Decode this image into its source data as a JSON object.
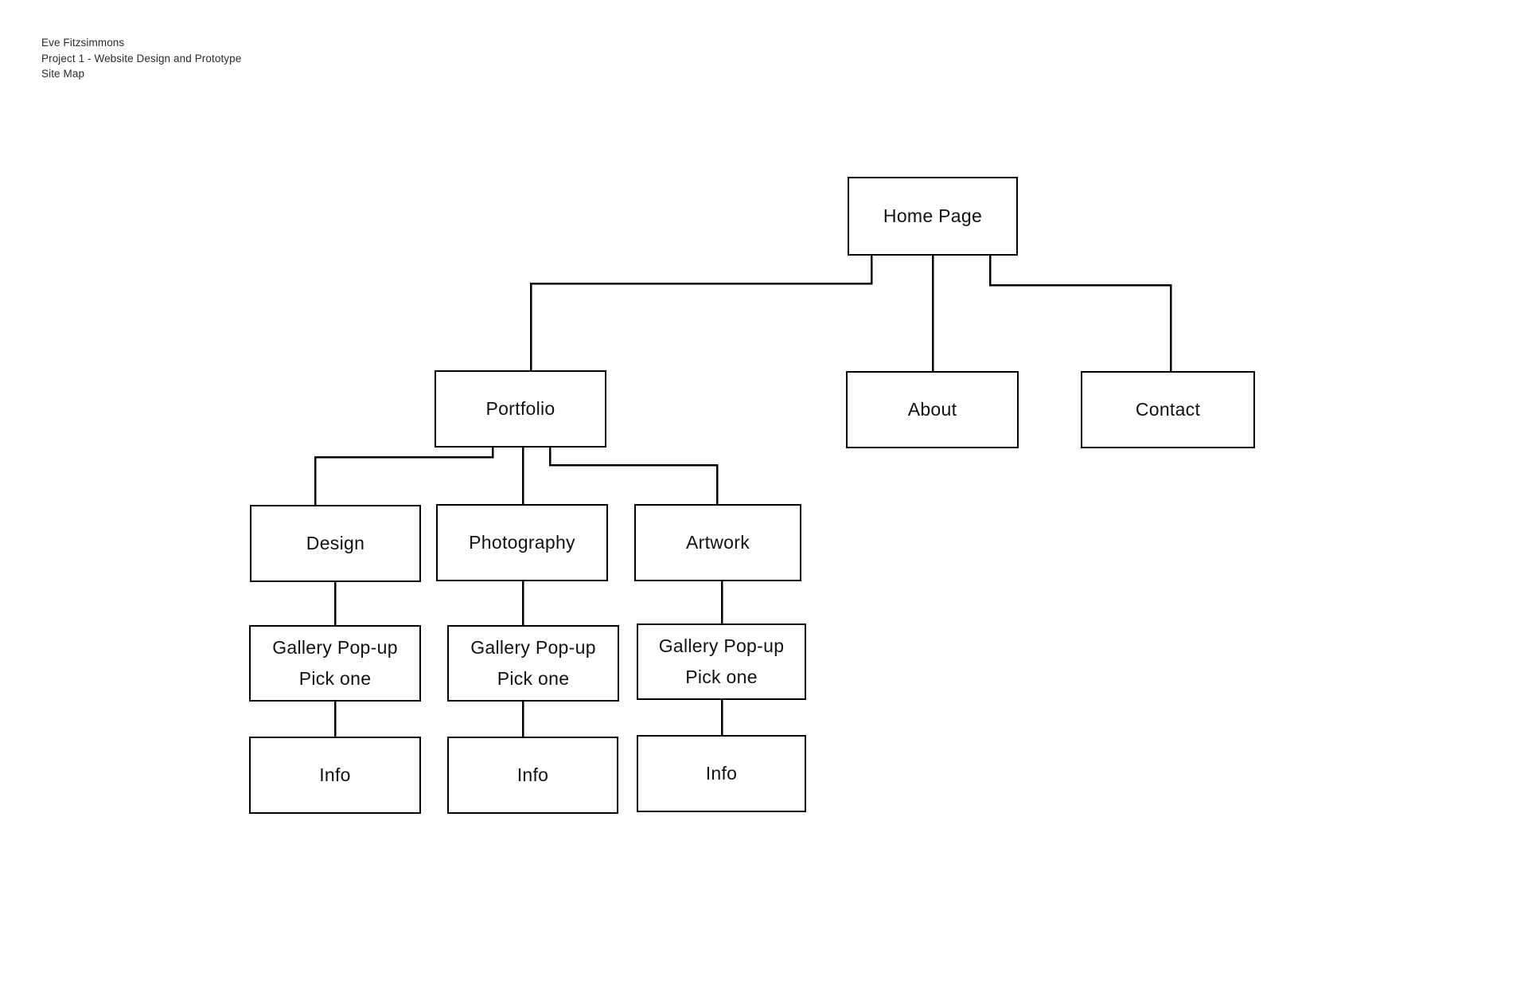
{
  "header": {
    "author": "Eve Fitzsimmons",
    "project": "Project 1 - Website Design and Prototype",
    "document_type": "Site Map"
  },
  "diagram": {
    "type": "site-map-tree",
    "line_color": "#000000",
    "box_fill": "#ffffff",
    "text_color": "#111111",
    "nodes": {
      "home": {
        "label": "Home Page"
      },
      "portfolio": {
        "label": "Portfolio"
      },
      "about": {
        "label": "About"
      },
      "contact": {
        "label": "Contact"
      },
      "design": {
        "label": "Design"
      },
      "photography": {
        "label": "Photography"
      },
      "artwork": {
        "label": "Artwork"
      },
      "gallery_popup_design": {
        "line1": "Gallery Pop-up",
        "line2": "Pick one"
      },
      "gallery_popup_photography": {
        "line1": "Gallery Pop-up",
        "line2": "Pick one"
      },
      "gallery_popup_artwork": {
        "line1": "Gallery Pop-up",
        "line2": "Pick one"
      },
      "info_design": {
        "label": "Info"
      },
      "info_photography": {
        "label": "Info"
      },
      "info_artwork": {
        "label": "Info"
      }
    },
    "edges": [
      {
        "from": "home",
        "to": "portfolio"
      },
      {
        "from": "home",
        "to": "about"
      },
      {
        "from": "home",
        "to": "contact"
      },
      {
        "from": "portfolio",
        "to": "design"
      },
      {
        "from": "portfolio",
        "to": "photography"
      },
      {
        "from": "portfolio",
        "to": "artwork"
      },
      {
        "from": "design",
        "to": "gallery_popup_design"
      },
      {
        "from": "photography",
        "to": "gallery_popup_photography"
      },
      {
        "from": "artwork",
        "to": "gallery_popup_artwork"
      },
      {
        "from": "gallery_popup_design",
        "to": "info_design"
      },
      {
        "from": "gallery_popup_photography",
        "to": "info_photography"
      },
      {
        "from": "gallery_popup_artwork",
        "to": "info_artwork"
      }
    ]
  }
}
